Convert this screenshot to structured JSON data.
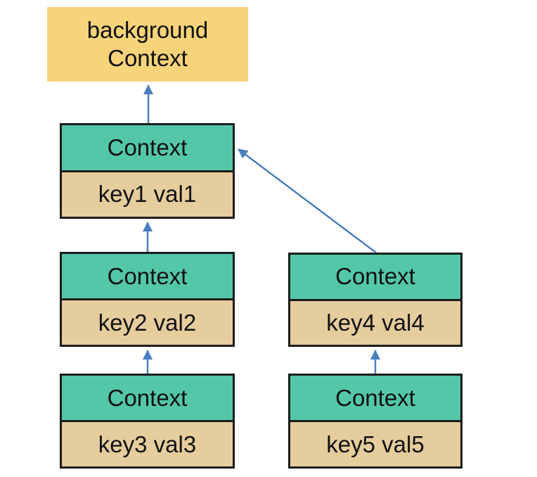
{
  "diagram": {
    "type": "tree",
    "root_node": {
      "label": "background\nContext"
    },
    "nodes": [
      {
        "title": "Context",
        "kv": "key1 val1"
      },
      {
        "title": "Context",
        "kv": "key2 val2"
      },
      {
        "title": "Context",
        "kv": "key3 val3"
      },
      {
        "title": "Context",
        "kv": "key4 val4"
      },
      {
        "title": "Context",
        "kv": "key5 val5"
      }
    ],
    "edges": [
      {
        "from": "context-key1",
        "to": "background-context"
      },
      {
        "from": "context-key2",
        "to": "context-key1"
      },
      {
        "from": "context-key3",
        "to": "context-key2"
      },
      {
        "from": "context-key4",
        "to": "context-key1"
      },
      {
        "from": "context-key5",
        "to": "context-key4"
      }
    ],
    "colors": {
      "root_fill": "#F7D37A",
      "context_fill": "#54C7A9",
      "keyval_fill": "#E6CD9E",
      "border": "#1C1C1C",
      "arrow": "#4B7EBE",
      "text": "#111111"
    }
  }
}
